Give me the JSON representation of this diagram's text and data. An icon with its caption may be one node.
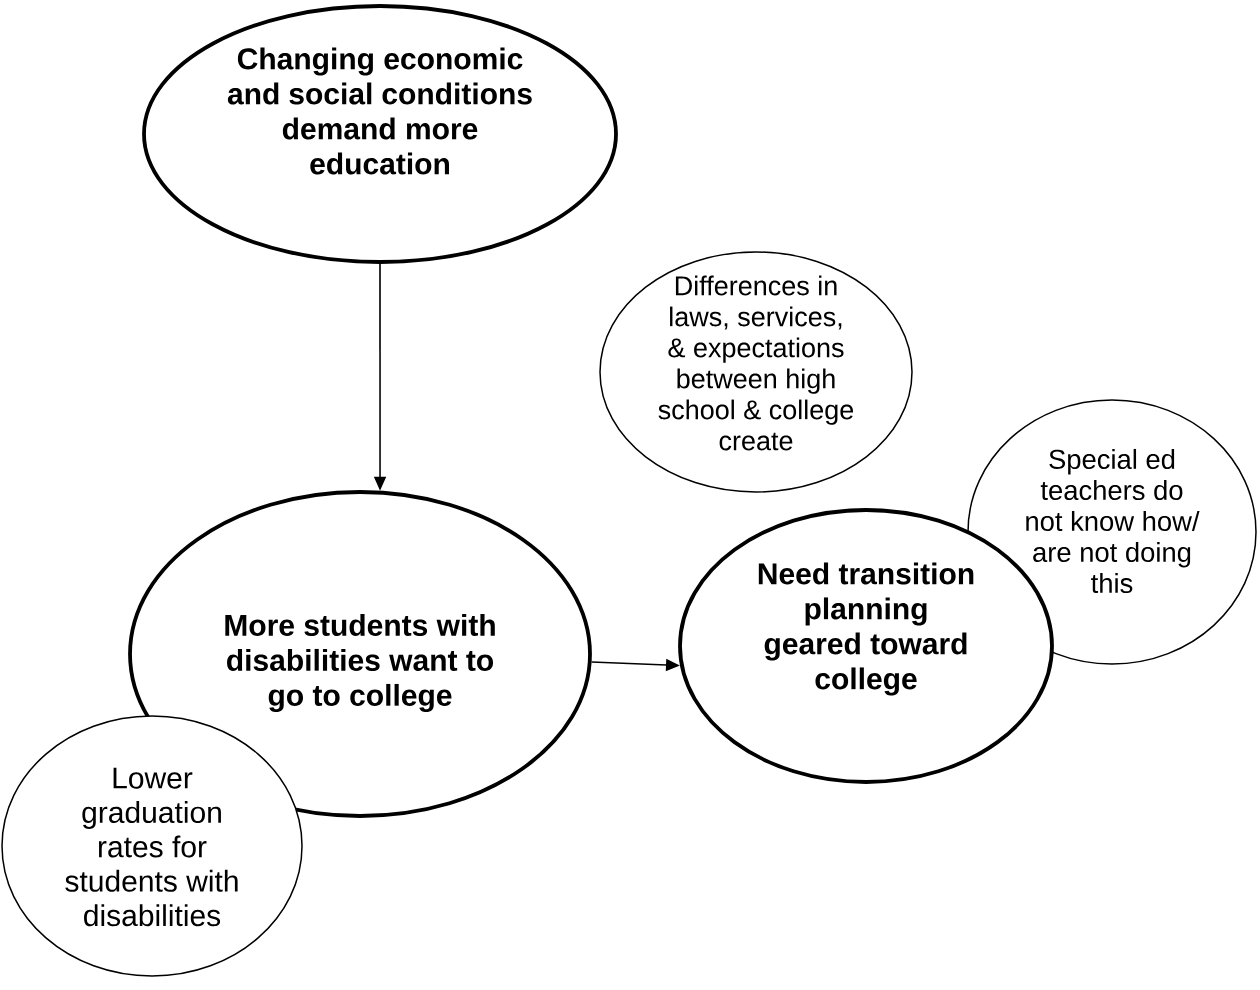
{
  "diagram": {
    "nodes": [
      {
        "text": [
          "Changing economic and social conditions demand more education"
        ]
      },
      {
        "text": [
          "Differences in laws, services, & expectations between high school & college create"
        ]
      },
      {
        "text": [
          "Special ed teachers do not know how/ are not doing this"
        ]
      },
      {
        "text": [
          "More students with disabilities want to go to college"
        ]
      },
      {
        "text": [
          "Need transition planning geared toward college"
        ]
      },
      {
        "text": [
          "Lower graduation rates for students with disabilities"
        ]
      }
    ],
    "edges": [
      {
        "from": 0,
        "to": 3,
        "arrow": "to"
      },
      {
        "from": 3,
        "to": 4,
        "arrow": "to"
      }
    ]
  }
}
